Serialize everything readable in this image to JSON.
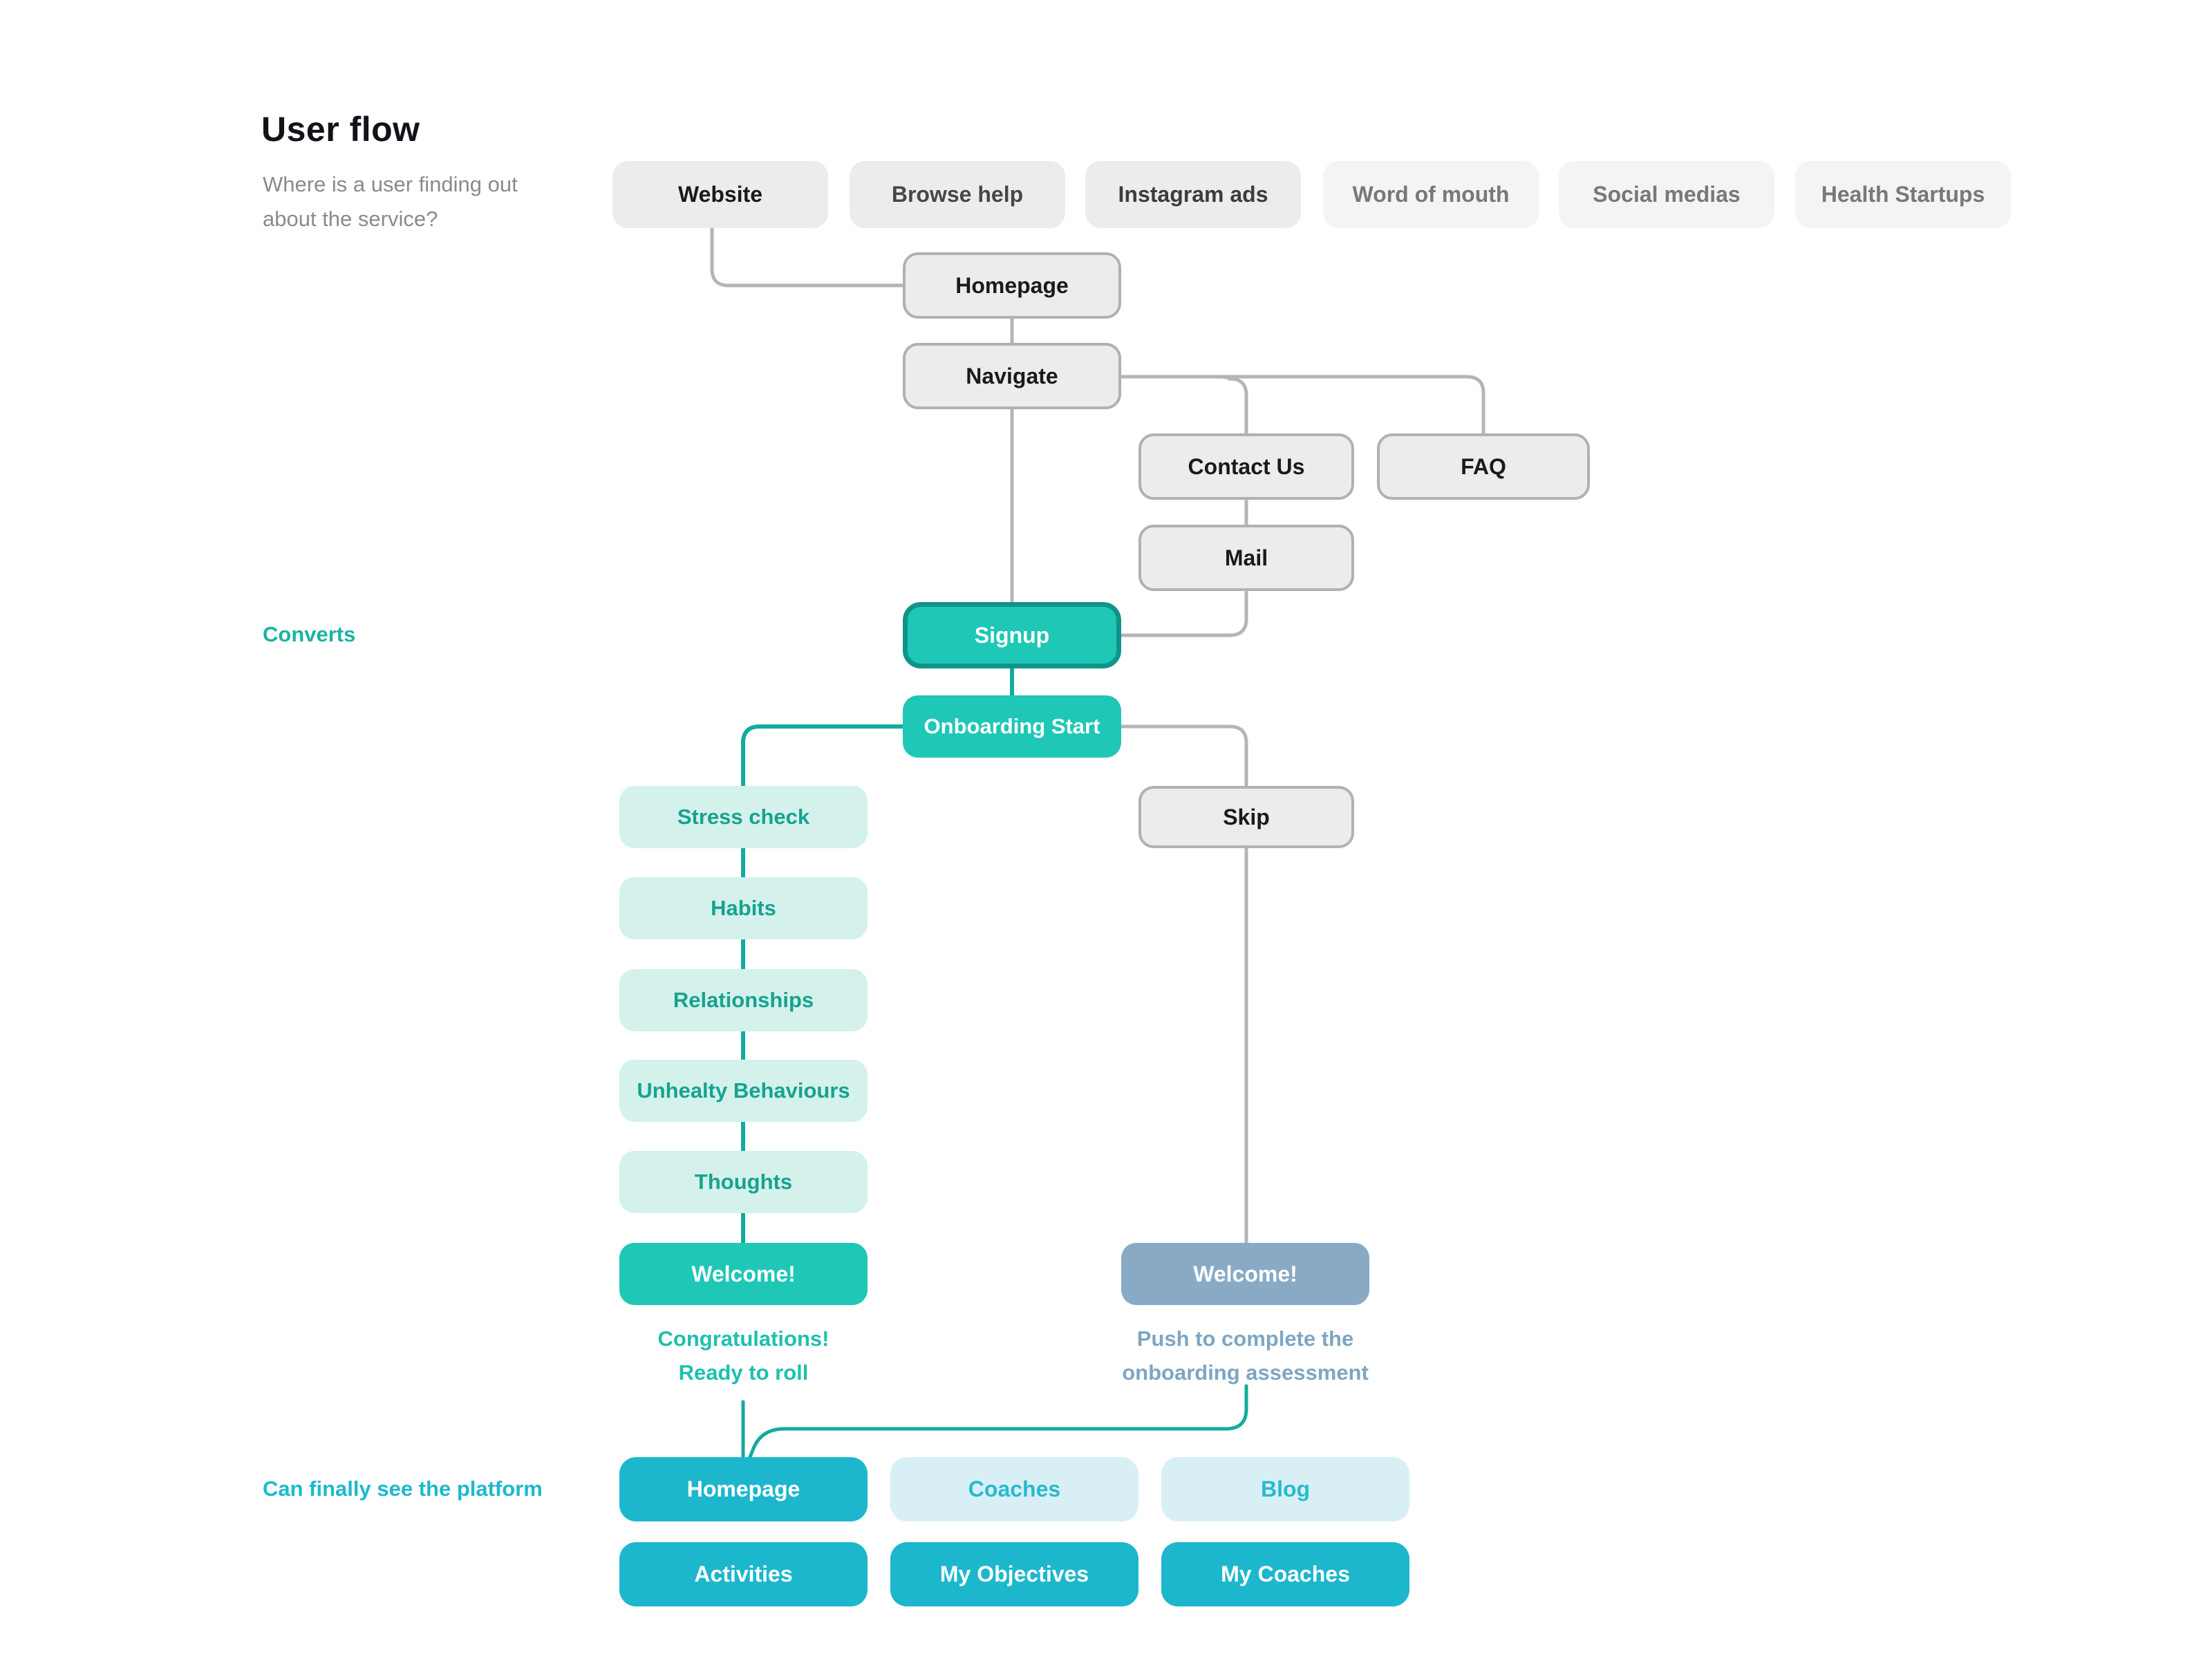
{
  "header": {
    "title": "User flow",
    "subtitle": "Where is a user finding out about the service?"
  },
  "sources": {
    "items": [
      {
        "label": "Website"
      },
      {
        "label": "Browse help"
      },
      {
        "label": "Instagram ads"
      },
      {
        "label": "Word of mouth"
      },
      {
        "label": "Social medias"
      },
      {
        "label": "Health Startups"
      }
    ]
  },
  "flow": {
    "homepage": "Homepage",
    "navigate": "Navigate",
    "contact_us": "Contact Us",
    "faq": "FAQ",
    "mail": "Mail",
    "signup": "Signup",
    "onboarding_start": "Onboarding Start",
    "skip": "Skip",
    "onboarding_steps": [
      {
        "label": "Stress check"
      },
      {
        "label": "Habits"
      },
      {
        "label": "Relationships"
      },
      {
        "label": "Unhealty Behaviours"
      },
      {
        "label": "Thoughts"
      }
    ],
    "welcome_complete": "Welcome!",
    "welcome_skipped": "Welcome!"
  },
  "annotations": {
    "converts": "Converts",
    "congrats_line1": "Congratulations!",
    "congrats_line2": "Ready to roll",
    "skip_note_line1": "Push to complete the",
    "skip_note_line2": "onboarding assessment",
    "platform_label": "Can finally see the platform"
  },
  "platform": {
    "homepage": "Homepage",
    "coaches": "Coaches",
    "blog": "Blog",
    "activities": "Activities",
    "my_objectives": "My Objectives",
    "my_coaches": "My Coaches"
  },
  "colors": {
    "teal": "#1ec7b6",
    "teal_dark_border": "#0f9488",
    "teal_light_bg": "#d4f1ec",
    "teal_text": "#16a38f",
    "teal_line": "#12ab9d",
    "cyan": "#1cb7cd",
    "cyan_light_bg": "#d8f0f5",
    "slate_blue": "#88aac5",
    "gray_box": "#ececec",
    "gray_box_muted": "#f4f4f4",
    "gray_line": "#b5b5b5"
  }
}
